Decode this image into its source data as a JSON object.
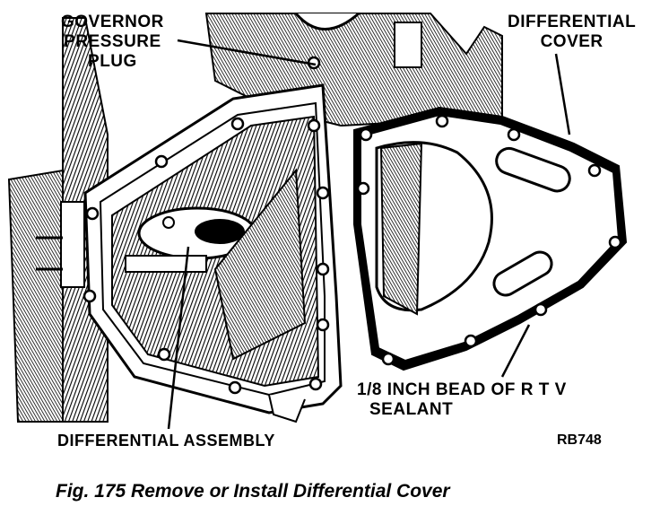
{
  "labels": {
    "governor_line1": "GOVERNOR",
    "governor_line2": "PRESSURE",
    "governor_line3": "PLUG",
    "cover_line1": "DIFFERENTIAL",
    "cover_line2": "COVER",
    "bead_line1": "1/8 INCH BEAD OF R T V",
    "bead_line2": "SEALANT",
    "assembly": "DIFFERENTIAL ASSEMBLY"
  },
  "figure_id": "RB748",
  "caption": "Fig. 175 Remove or Install Differential Cover"
}
